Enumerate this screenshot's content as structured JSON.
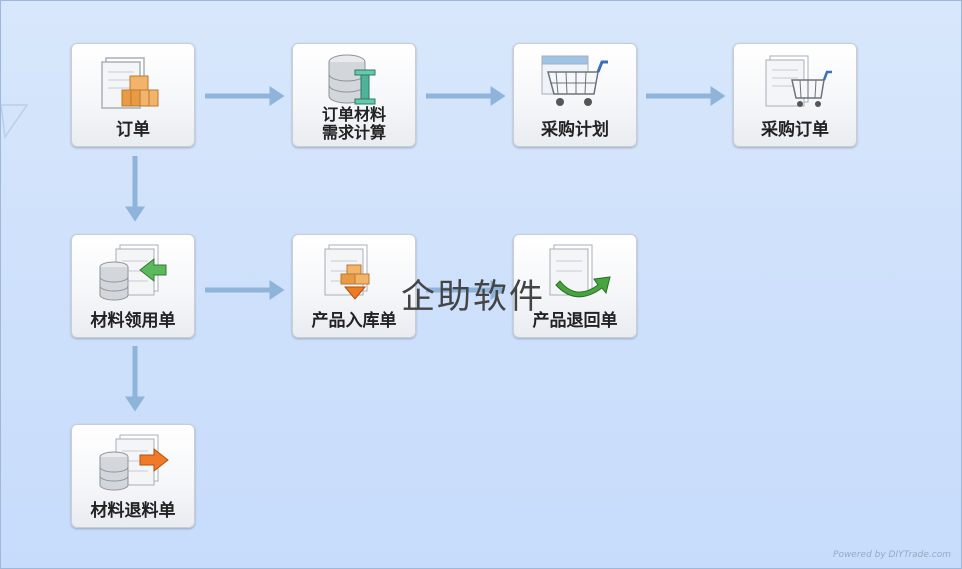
{
  "nodes": {
    "order": {
      "label": "订单"
    },
    "material_calc": {
      "label_line1": "订单材料",
      "label_line2": "需求计算"
    },
    "purchase_plan": {
      "label": "采购计划"
    },
    "purchase_order": {
      "label": "采购订单"
    },
    "material_requisition": {
      "label": "材料领用单"
    },
    "product_warehousing": {
      "label": "产品入库单"
    },
    "product_return": {
      "label": "产品退回单"
    },
    "material_return": {
      "label": "材料退料单"
    }
  },
  "watermark": {
    "text": "企助软件"
  },
  "footer": {
    "powered_by": "Powered by DIYTrade.com"
  },
  "colors": {
    "background": "#cfe1fb",
    "arrow": "#8fb4d9",
    "border": "#9fb8d9"
  }
}
